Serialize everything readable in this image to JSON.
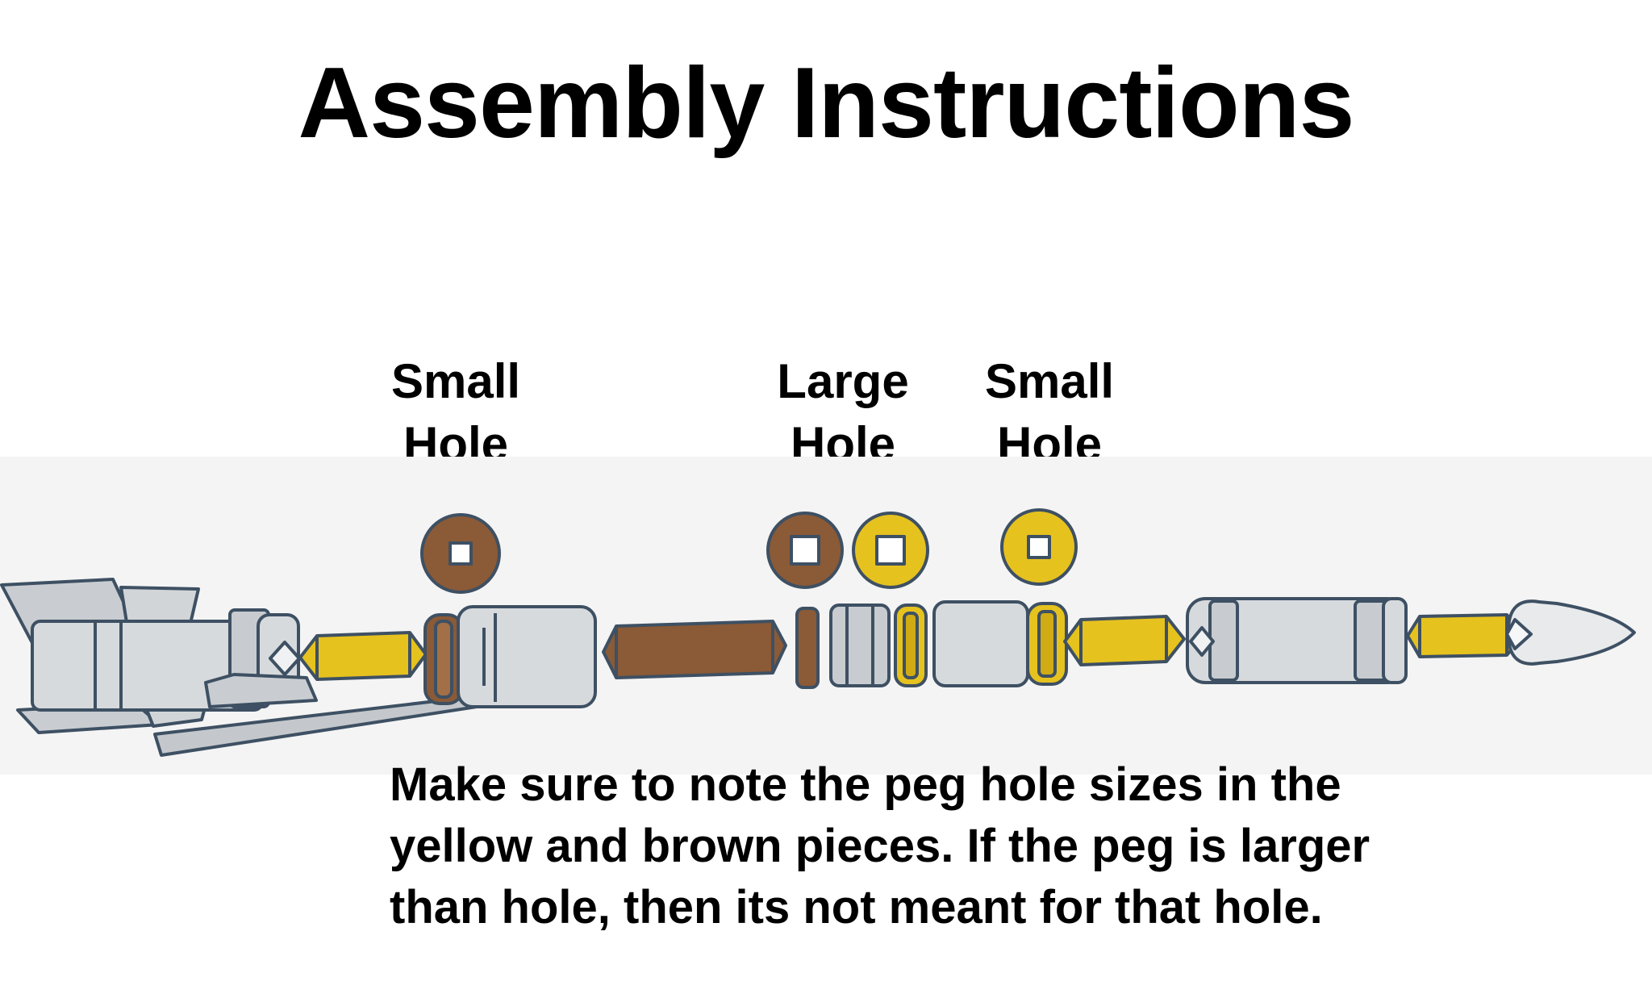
{
  "title": "Assembly Instructions",
  "labels": [
    {
      "line1": "Small",
      "line2": "Hole"
    },
    {
      "line1": "Large",
      "line2": "Hole"
    },
    {
      "line1": "Small",
      "line2": "Hole"
    }
  ],
  "note": {
    "line1": "Make sure to note the peg hole sizes in the",
    "line2": "yellow and brown pieces.  If the peg is larger",
    "line3": "than hole, then its not meant for that hole."
  },
  "colors": {
    "brown": "#8b5a36",
    "yellow": "#e6c21f",
    "gray": "#d7dadd",
    "outline": "#3e5063"
  }
}
